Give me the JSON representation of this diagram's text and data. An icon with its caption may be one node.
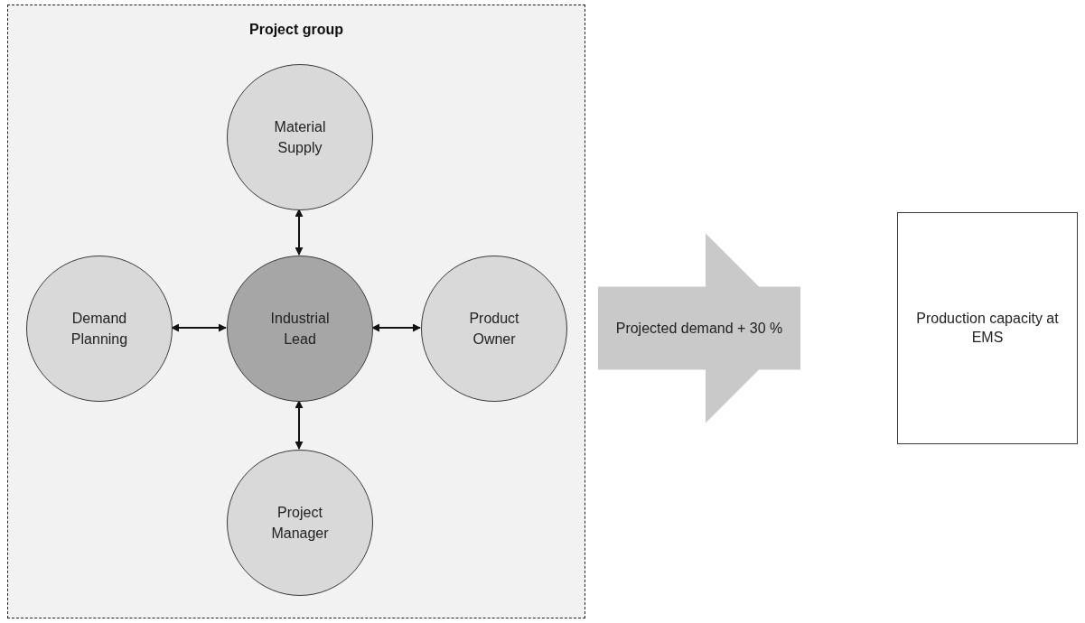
{
  "diagram": {
    "nodes": [
      {
        "text": [
          "Project group"
        ]
      },
      {
        "text": [
          "Material Supply"
        ],
        "in": 0
      },
      {
        "text": [
          "Demand Planning"
        ],
        "in": 0
      },
      {
        "text": [
          "Industrial Lead"
        ],
        "in": 0
      },
      {
        "text": [
          "Product Owner"
        ],
        "in": 0
      },
      {
        "text": [
          "Project Manager"
        ],
        "in": 0
      },
      {
        "text": [
          "Production capacity at EMS"
        ]
      }
    ],
    "edges": [
      {
        "from": 3,
        "to": 1,
        "arrow": "both"
      },
      {
        "from": 2,
        "to": 3,
        "arrow": "both"
      },
      {
        "from": 3,
        "to": 4,
        "arrow": "both"
      },
      {
        "from": 3,
        "to": 5,
        "arrow": "both"
      },
      {
        "from": 0,
        "to": 6,
        "arrow": "to",
        "label": "Projected demand + 30 %",
        "style": "thick",
        "color": "#c9c9c9"
      }
    ]
  }
}
